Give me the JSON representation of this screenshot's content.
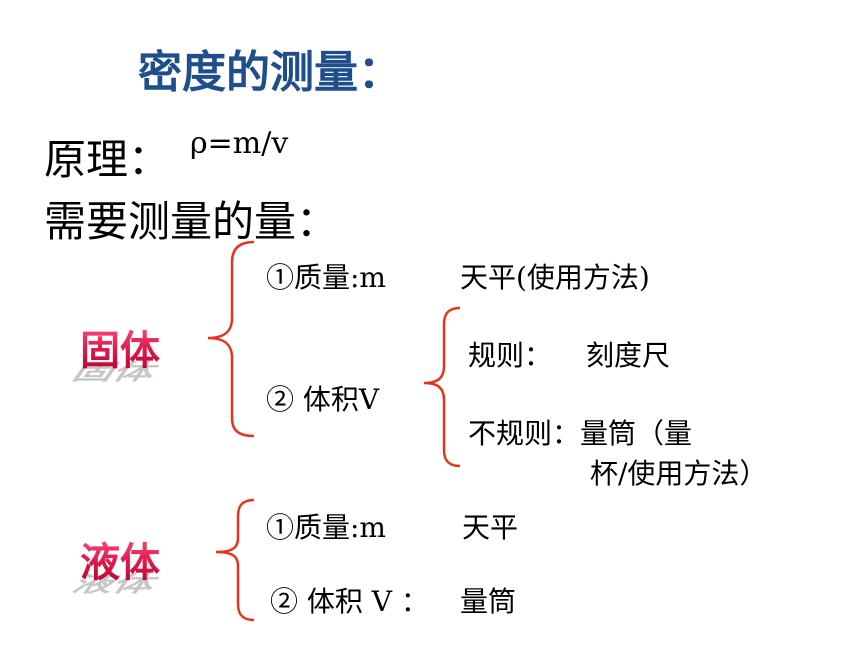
{
  "title": "密度的测量：",
  "principle": {
    "label": "原理：",
    "formula": "ρ=m/v"
  },
  "need": "需要测量的量：",
  "solid": {
    "label": "固体",
    "mass": "①质量:m",
    "mass_tool": "天平(使用方法)",
    "volume": "② 体积V",
    "regular": "规则：",
    "regular_tool": "刻度尺",
    "irregular": "不规则：量筒（量",
    "irregular_cont": "杯/使用方法）"
  },
  "liquid": {
    "label": "液体",
    "mass": "①质量:m",
    "mass_tool": "天平",
    "volume": "② 体积 V ：",
    "volume_tool": "量筒"
  },
  "colors": {
    "title": "#1F4E8C",
    "brace": "#E8331C",
    "label": "#E0184A"
  }
}
